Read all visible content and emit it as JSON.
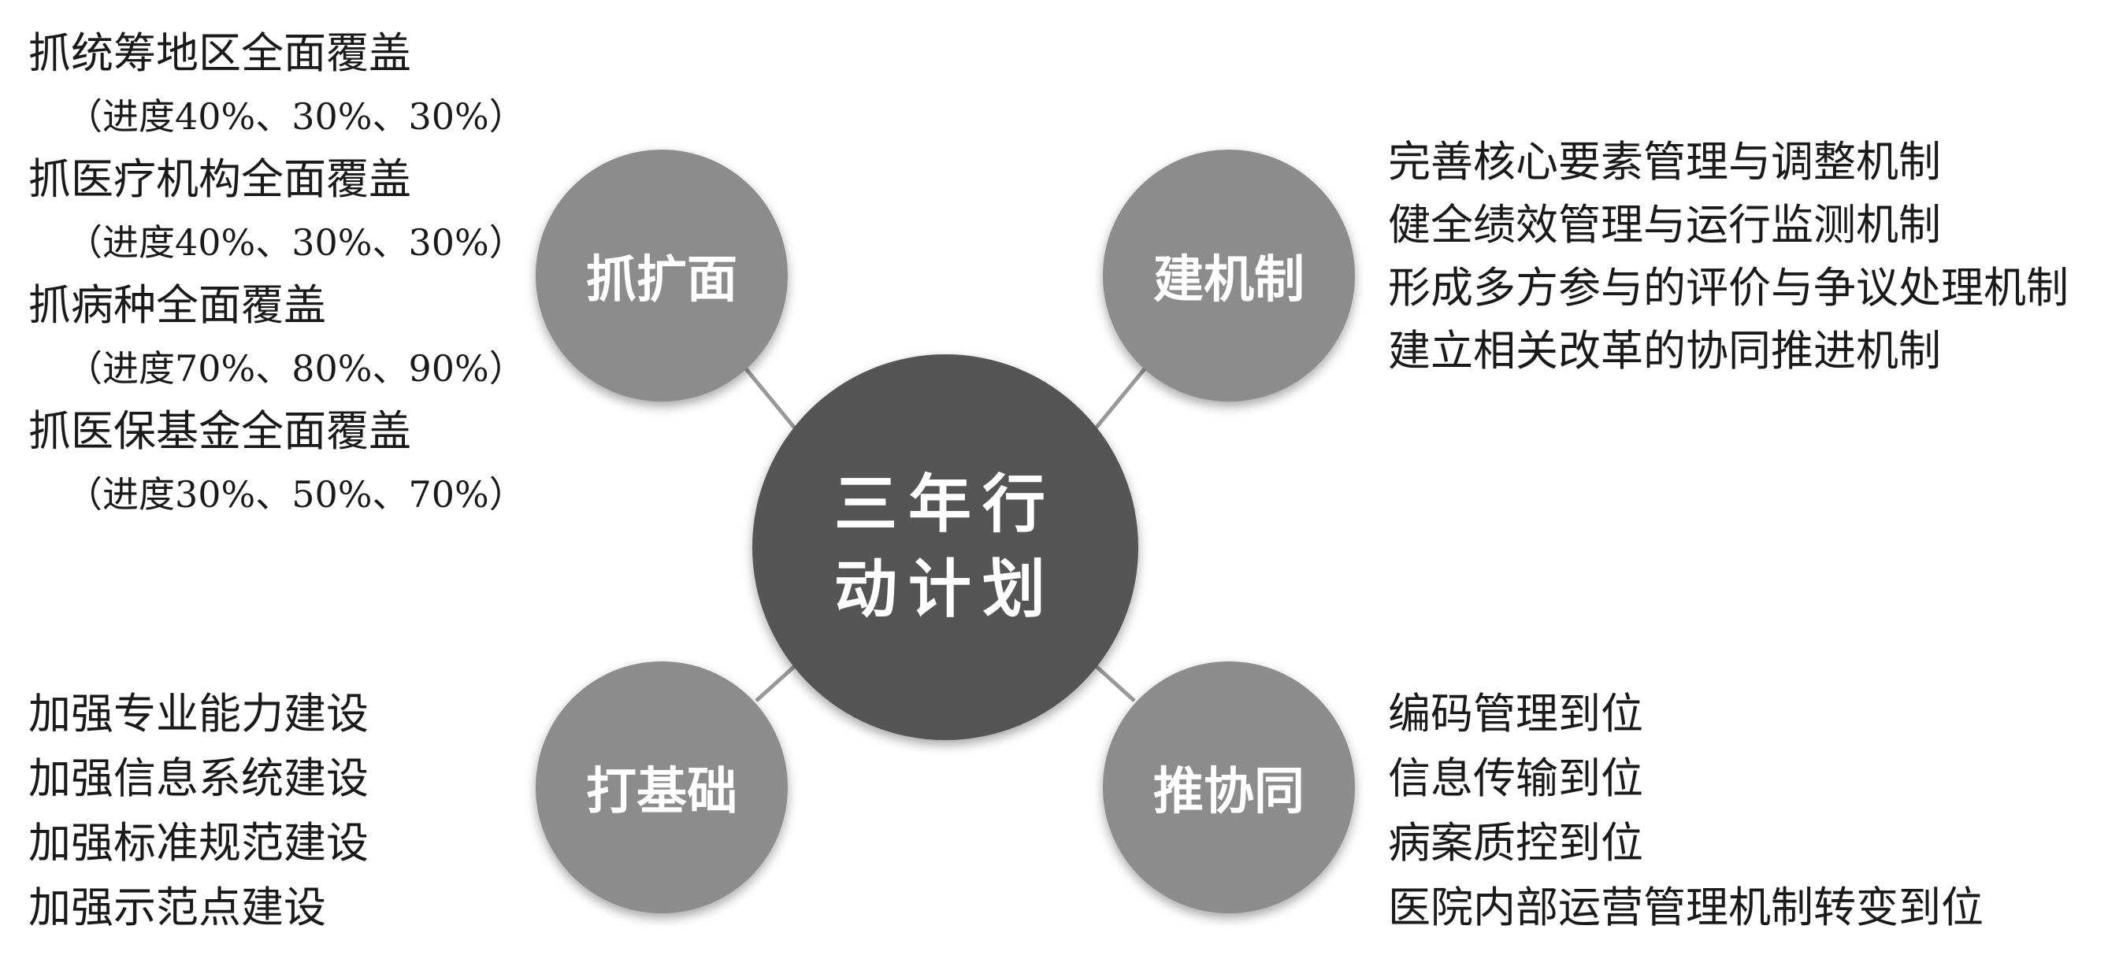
{
  "center": {
    "line1": "三年行",
    "line2": "动计划"
  },
  "satellites": {
    "expand": "抓扩面",
    "mechanism": "建机制",
    "foundation": "打基础",
    "coordination": "推协同"
  },
  "expand_items": [
    "抓统筹地区全面覆盖",
    "（进度40%、30%、30%）",
    "抓医疗机构全面覆盖",
    "（进度40%、30%、30%）",
    "抓病种全面覆盖",
    "（进度70%、80%、90%）",
    "抓医保基金全面覆盖",
    "（进度30%、50%、70%）"
  ],
  "mechanism_items": [
    "完善核心要素管理与调整机制",
    "健全绩效管理与运行监测机制",
    "形成多方参与的评价与争议处理机制",
    "建立相关改革的协同推进机制"
  ],
  "foundation_items": [
    "加强专业能力建设",
    "加强信息系统建设",
    "加强标准规范建设",
    "加强示范点建设"
  ],
  "coordination_items": [
    "编码管理到位",
    "信息传输到位",
    "病案质控到位",
    "医院内部运营管理机制转变到位"
  ],
  "colors": {
    "center_fill": "#555555",
    "satellite_fill": "#8c8c8c",
    "connector": "#999999",
    "text": "#1a1a1a"
  }
}
